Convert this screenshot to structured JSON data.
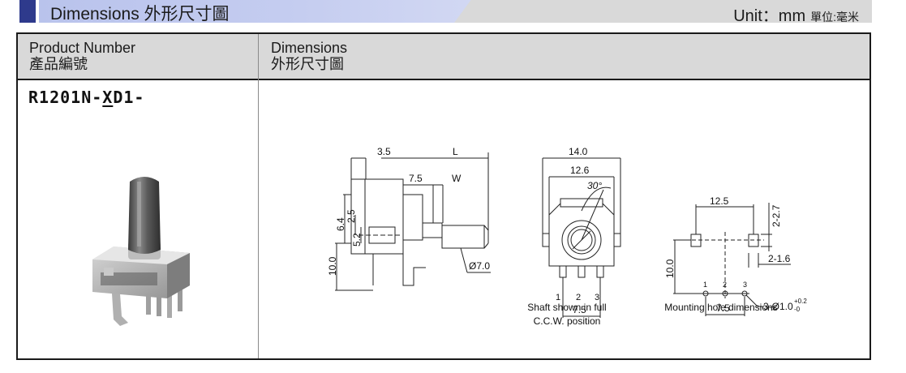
{
  "header": {
    "title": "Dimensions  外形尺寸圖",
    "unit": "Unit：mm",
    "unit_cn": "單位:毫米"
  },
  "table": {
    "col1_en": "Product Number",
    "col1_cn": "產品編號",
    "col2_en": "Dimensions",
    "col2_cn": "外形尺寸圖",
    "product_prefix": "R1201N-",
    "product_var": "X",
    "product_suffix": "D1-"
  },
  "side_view": {
    "dim_3_5": "3.5",
    "dim_L": "L",
    "dim_7_5": "7.5",
    "dim_W": "W",
    "dim_6_4": "6.4",
    "dim_2_5": "2.5",
    "dim_5_2": "5.2",
    "dim_10_0": "10.0",
    "dim_dia7": "Ø7.0"
  },
  "front_view": {
    "dim_14_0": "14.0",
    "dim_12_6": "12.6",
    "dim_30": "30°",
    "pin1": "1",
    "pin2": "2",
    "pin3": "3",
    "dim_7_5": "7.5",
    "caption_line1": "Shaft shown in full",
    "caption_line2": "C.C.W. position"
  },
  "mount_view": {
    "dim_12_5": "12.5",
    "dim_2_2_7": "2-2.7",
    "dim_2_1_6": "2-1.6",
    "dim_10_0": "10.0",
    "pin1": "1",
    "pin2": "2",
    "pin3": "3",
    "dim_7_5": "7.5",
    "dim_hole": "3-Ø1.0",
    "tol_plus": "+0.2",
    "tol_minus": "-0",
    "caption": "Mounting hole dimensions"
  }
}
